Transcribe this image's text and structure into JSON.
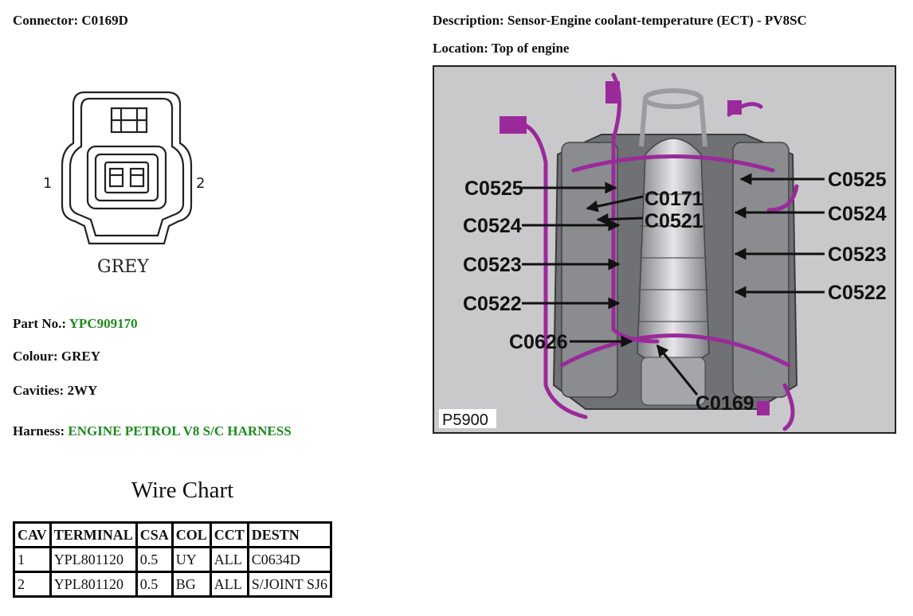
{
  "connector": {
    "label": "Connector:",
    "value": "C0169D"
  },
  "description": {
    "label": "Description:",
    "value": "Sensor-Engine coolant-temperature (ECT) - PV8SC"
  },
  "location": {
    "label": "Location:",
    "value": "Top of engine"
  },
  "connector_drawing": {
    "pin_left": "1",
    "pin_right": "2",
    "colour_label": "GREY"
  },
  "part_no": {
    "label": "Part No.:",
    "value": "YPC909170"
  },
  "colour": {
    "label": "Colour:",
    "value": "GREY"
  },
  "cavities": {
    "label": "Cavities:",
    "value": "2WY"
  },
  "harness": {
    "label": "Harness:",
    "value": "ENGINE PETROL V8 S/C HARNESS"
  },
  "wire_chart": {
    "title": "Wire Chart",
    "headers": [
      "CAV",
      "TERMINAL",
      "CSA",
      "COL",
      "CCT",
      "DESTN"
    ],
    "rows": [
      [
        "1",
        "YPL801120",
        "0.5",
        "UY",
        "ALL",
        "C0634D"
      ],
      [
        "2",
        "YPL801120",
        "0.5",
        "BG",
        "ALL",
        "S/JOINT SJ6"
      ]
    ]
  },
  "engine_image": {
    "ref": "P5900",
    "callouts_left": [
      "C0525",
      "C0524",
      "C0523",
      "C0522",
      "C0626"
    ],
    "callouts_right": [
      "C0525",
      "C0524",
      "C0523",
      "C0522"
    ],
    "callouts_center": [
      "C0171",
      "C0521",
      "C0169"
    ]
  },
  "colors": {
    "harness_link": "#1e8a1e",
    "wiring": "#9a2a9a"
  }
}
